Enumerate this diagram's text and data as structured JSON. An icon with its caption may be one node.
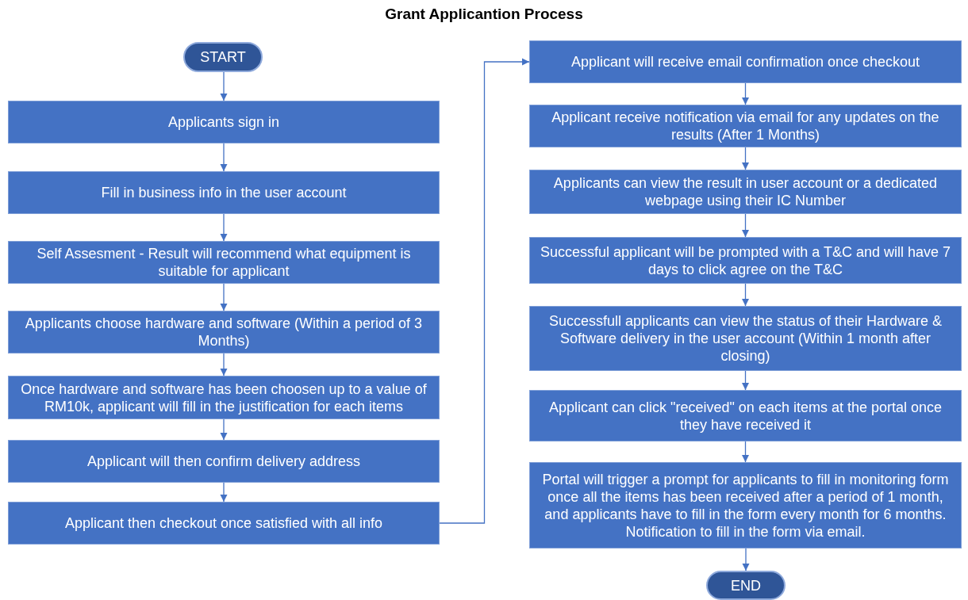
{
  "diagram": {
    "title": "Grant Applicantion Process",
    "nodes": [
      {
        "text": [
          "START"
        ]
      },
      {
        "text": [
          "Applicants sign in"
        ]
      },
      {
        "text": [
          "Fill in business info in the user account"
        ]
      },
      {
        "text": [
          "Self Assesment - Result will recommend what equipment is suitable for applicant"
        ]
      },
      {
        "text": [
          "Applicants choose hardware and software (Within a period of 3 Months)"
        ]
      },
      {
        "text": [
          "Once hardware and software has been choosen up to a value of RM10k, applicant will fill in the justification for each items"
        ]
      },
      {
        "text": [
          "Applicant will then confirm delivery address"
        ]
      },
      {
        "text": [
          "Applicant then checkout once satisfied with all info"
        ]
      },
      {
        "text": [
          "Applicant will receive email confirmation once checkout"
        ]
      },
      {
        "text": [
          "Applicant receive notification via email for any updates on the results (After 1 Months)"
        ]
      },
      {
        "text": [
          "Applicants can view the result in user account or a dedicated webpage using their IC Number"
        ]
      },
      {
        "text": [
          "Successful applicant will be prompted with a T&C and will have 7 days to click agree on the T&C"
        ]
      },
      {
        "text": [
          "Successfull applicants can view the status of their Hardware & Software delivery in the user account (Within 1 month after closing)"
        ]
      },
      {
        "text": [
          "Applicant can click \"received\" on each items at the portal once they have received it"
        ]
      },
      {
        "text": [
          "Portal will trigger a prompt for applicants to fill in monitoring form once all the items has been received after a period of 1 month, and applicants have to fill in the form every month for 6 months. Notification to fill in the form via email."
        ]
      },
      {
        "text": [
          "END"
        ]
      }
    ],
    "edges": [
      {
        "from": 0,
        "to": 1,
        "arrow": "to"
      },
      {
        "from": 1,
        "to": 2,
        "arrow": "to"
      },
      {
        "from": 2,
        "to": 3,
        "arrow": "to"
      },
      {
        "from": 3,
        "to": 4,
        "arrow": "to"
      },
      {
        "from": 4,
        "to": 5,
        "arrow": "to"
      },
      {
        "from": 5,
        "to": 6,
        "arrow": "to"
      },
      {
        "from": 6,
        "to": 7,
        "arrow": "to"
      },
      {
        "from": 7,
        "to": 8,
        "arrow": "to"
      },
      {
        "from": 8,
        "to": 9,
        "arrow": "to"
      },
      {
        "from": 9,
        "to": 10,
        "arrow": "to"
      },
      {
        "from": 10,
        "to": 11,
        "arrow": "to"
      },
      {
        "from": 11,
        "to": 12,
        "arrow": "to"
      },
      {
        "from": 12,
        "to": 13,
        "arrow": "to"
      },
      {
        "from": 13,
        "to": 14,
        "arrow": "to"
      },
      {
        "from": 14,
        "to": 15,
        "arrow": "to"
      }
    ]
  }
}
